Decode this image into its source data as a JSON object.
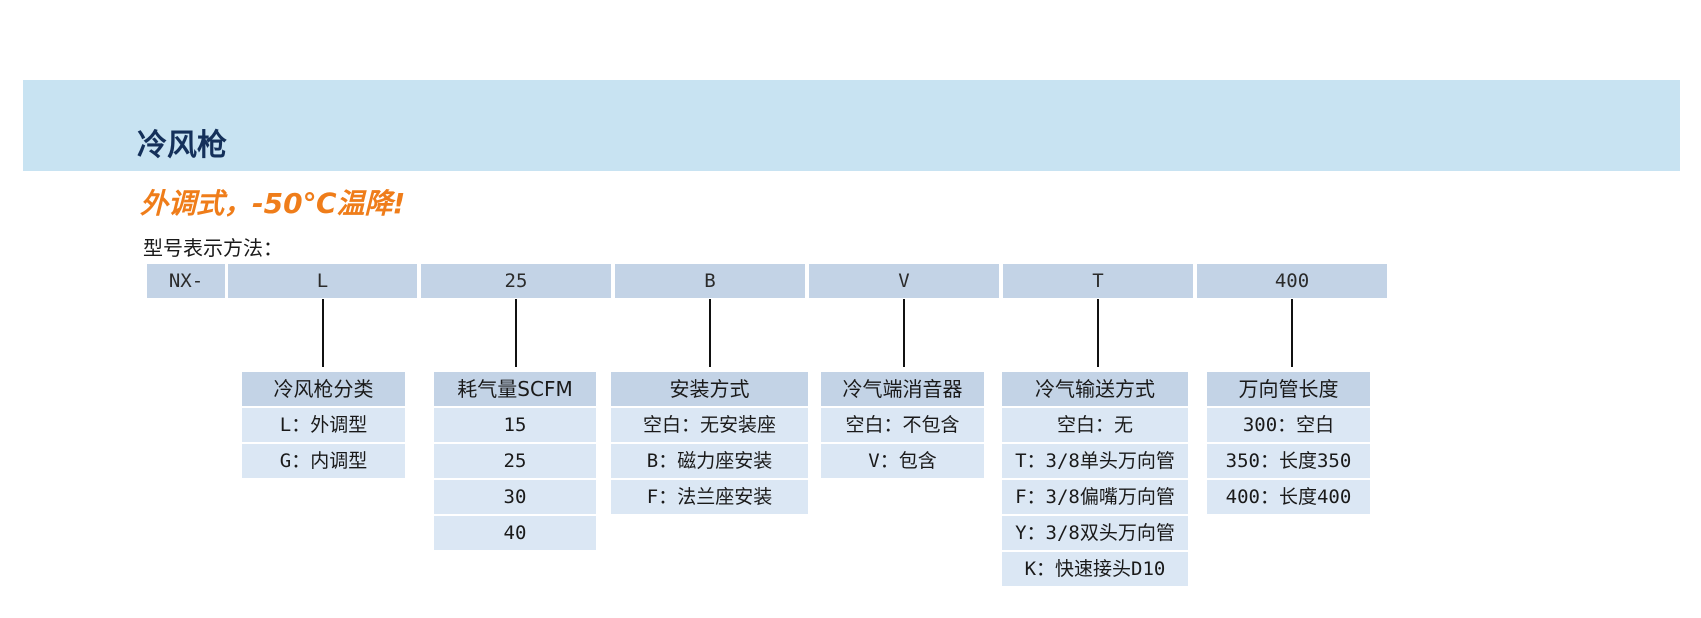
{
  "title": "冷风枪",
  "subtitle": "外调式，-50℃温降!",
  "method_label": "型号表示方法：",
  "code_segments": [
    "NX-",
    "L",
    "25",
    "B",
    "V",
    "T",
    "400"
  ],
  "legends": [
    {
      "header": "冷风枪分类",
      "items": [
        "L：外调型",
        "G：内调型"
      ]
    },
    {
      "header": "耗气量SCFM",
      "items": [
        "15",
        "25",
        "30",
        "40"
      ]
    },
    {
      "header": "安装方式",
      "items": [
        "空白：无安装座",
        "B：磁力座安装",
        "F：法兰座安装"
      ]
    },
    {
      "header": "冷气端消音器",
      "items": [
        "空白：不包含",
        "V：包含"
      ]
    },
    {
      "header": "冷气输送方式",
      "items": [
        "空白：无",
        "T：3/8单头万向管",
        "F：3/8偏嘴万向管",
        "Y：3/8双头万向管",
        "K：快速接头D10"
      ]
    },
    {
      "header": "万向管长度",
      "items": [
        "300：空白",
        "350：长度350",
        "400：长度400"
      ]
    }
  ],
  "colors": {
    "banner": "#c8e3f2",
    "title": "#14305a",
    "subtitle": "#ef7d1a",
    "cell_header": "#c3d3e6",
    "cell_item": "#dbe7f4"
  }
}
